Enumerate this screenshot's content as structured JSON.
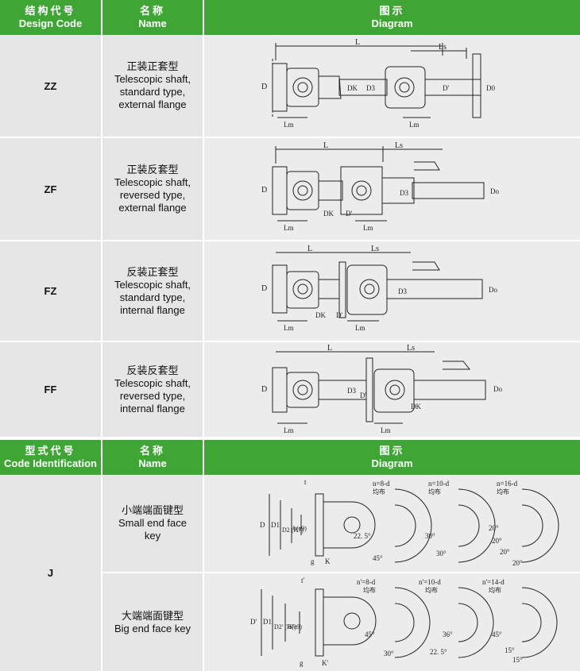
{
  "header1": {
    "code_zh": "结构代号",
    "code_en": "Design Code",
    "name_zh": "名称",
    "name_en": "Name",
    "diagram_zh": "图示",
    "diagram_en": "Diagram"
  },
  "header2": {
    "code_zh": "型式代号",
    "code_en": "Code Identification",
    "name_zh": "名称",
    "name_en": "Name",
    "diagram_zh": "图示",
    "diagram_en": "Diagram"
  },
  "rows": [
    {
      "code": "ZZ",
      "name_zh": "正装正套型",
      "name_en": [
        "Telescopic shaft,",
        "standard type,",
        "external flange"
      ],
      "labels": {
        "L": "L",
        "Ls": "Ls",
        "D": "D",
        "DK": "DK",
        "D3": "D3",
        "D1": "D'",
        "D0": "D0",
        "Lm1": "Lm",
        "Lm2": "Lm"
      }
    },
    {
      "code": "ZF",
      "name_zh": "正装反套型",
      "name_en": [
        "Telescopic shaft,",
        "reversed type,",
        "external flange"
      ],
      "labels": {
        "L": "L",
        "Ls": "Ls",
        "D": "D",
        "DK": "DK",
        "D3": "D3",
        "D1": "D'",
        "D0": "Do",
        "Lm1": "Lm",
        "Lm2": "Lm"
      }
    },
    {
      "code": "FZ",
      "name_zh": "反装正套型",
      "name_en": [
        "Telescopic shaft,",
        "standard type,",
        "internal flange"
      ],
      "labels": {
        "L": "L",
        "Ls": "Ls",
        "D": "D",
        "DK": "DK",
        "D3": "D3",
        "D1": "D'",
        "D0": "Do",
        "Lm1": "Lm",
        "Lm2": "Lm"
      }
    },
    {
      "code": "FF",
      "name_zh": "反装反套型",
      "name_en": [
        "Telescopic shaft,",
        "reversed type,",
        "internal flange"
      ],
      "labels": {
        "L": "L",
        "Ls": "Ls",
        "D": "D",
        "DK": "DK",
        "D3": "D3",
        "D1": "D'",
        "D0": "Do",
        "Lm1": "Lm",
        "Lm2": "Lm"
      }
    }
  ],
  "code_j": "J",
  "small_end": {
    "name_zh": "小端端面键型",
    "name_en": [
      "Small end face",
      "key"
    ],
    "labels": {
      "t": "t",
      "D": "D",
      "D1": "D1",
      "D2": "D2 (H7)",
      "b": "b(e9)",
      "g": "g",
      "K": "K"
    },
    "views": [
      {
        "n": "n=8-d",
        "even": "均布",
        "angles": [
          "22. 5°",
          "45°"
        ]
      },
      {
        "n": "n=10-d",
        "even": "均布",
        "angles": [
          "30°",
          "30°"
        ]
      },
      {
        "n": "n=16-d",
        "even": "均布",
        "angles": [
          "20°",
          "20°",
          "20°",
          "20°"
        ]
      }
    ]
  },
  "big_end": {
    "name_zh": "大端端面键型",
    "name_en": [
      "Big end face key"
    ],
    "labels": {
      "t": "t'",
      "D": "D'",
      "D1": "D1'",
      "D2": "D2' (H7)",
      "b": "b(e9)",
      "g": "g",
      "K": "K'"
    },
    "views": [
      {
        "n": "n'=8-d",
        "even": "均布",
        "angles": [
          "45°",
          "30°"
        ]
      },
      {
        "n": "n'=10-d",
        "even": "均布",
        "angles": [
          "22. 5°",
          "36°"
        ]
      },
      {
        "n": "n'=14-d",
        "even": "均布",
        "angles": [
          "45°",
          "15°",
          "15°"
        ]
      }
    ]
  }
}
